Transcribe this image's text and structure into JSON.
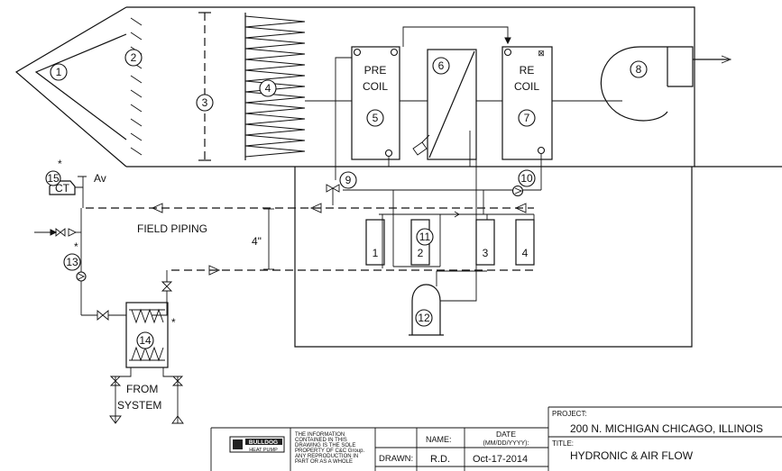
{
  "components": {
    "c1": "1",
    "c2": "2",
    "c3": "3",
    "c4": "4",
    "c5": "5",
    "c6": "6",
    "c7": "7",
    "c8": "8",
    "c9": "9",
    "c10": "10",
    "c11": "11",
    "c12": "12",
    "c13": "13",
    "c14": "14",
    "c15": "15"
  },
  "coils": {
    "pre_line1": "PRE",
    "pre_line2": "COIL",
    "re_line1": "RE",
    "re_line2": "COIL"
  },
  "labels": {
    "ct": "CT",
    "av": "Av",
    "field_piping": "FIELD PIPING",
    "dimension": "4\"",
    "from_line1": "FROM",
    "from_line2": "SYSTEM",
    "asterisk": "*"
  },
  "compressors": [
    "1",
    "2",
    "3",
    "4"
  ],
  "title_block": {
    "logo_line1": "BULLDOG",
    "logo_line2": "HEAT PUMP",
    "notice": [
      "THE INFORMATION",
      "CONTAINED IN THIS",
      "DRAWING IS THE SOLE",
      "PROPERTY OF C&C Group.",
      "ANY REPRODUCTION IN",
      "PART OR AS A WHOLE"
    ],
    "name_label": "NAME:",
    "date_label": "DATE",
    "date_format": "(MM/DD/YYYY):",
    "drawn_label": "DRAWN:",
    "drawn_name": "R.D.",
    "drawn_date": "Oct-17-2014",
    "project_label": "PROJECT:",
    "project_value": "200 N. MICHIGAN CHICAGO, ILLINOIS",
    "title_label": "TITLE:",
    "title_value": "HYDRONIC & AIR FLOW"
  }
}
